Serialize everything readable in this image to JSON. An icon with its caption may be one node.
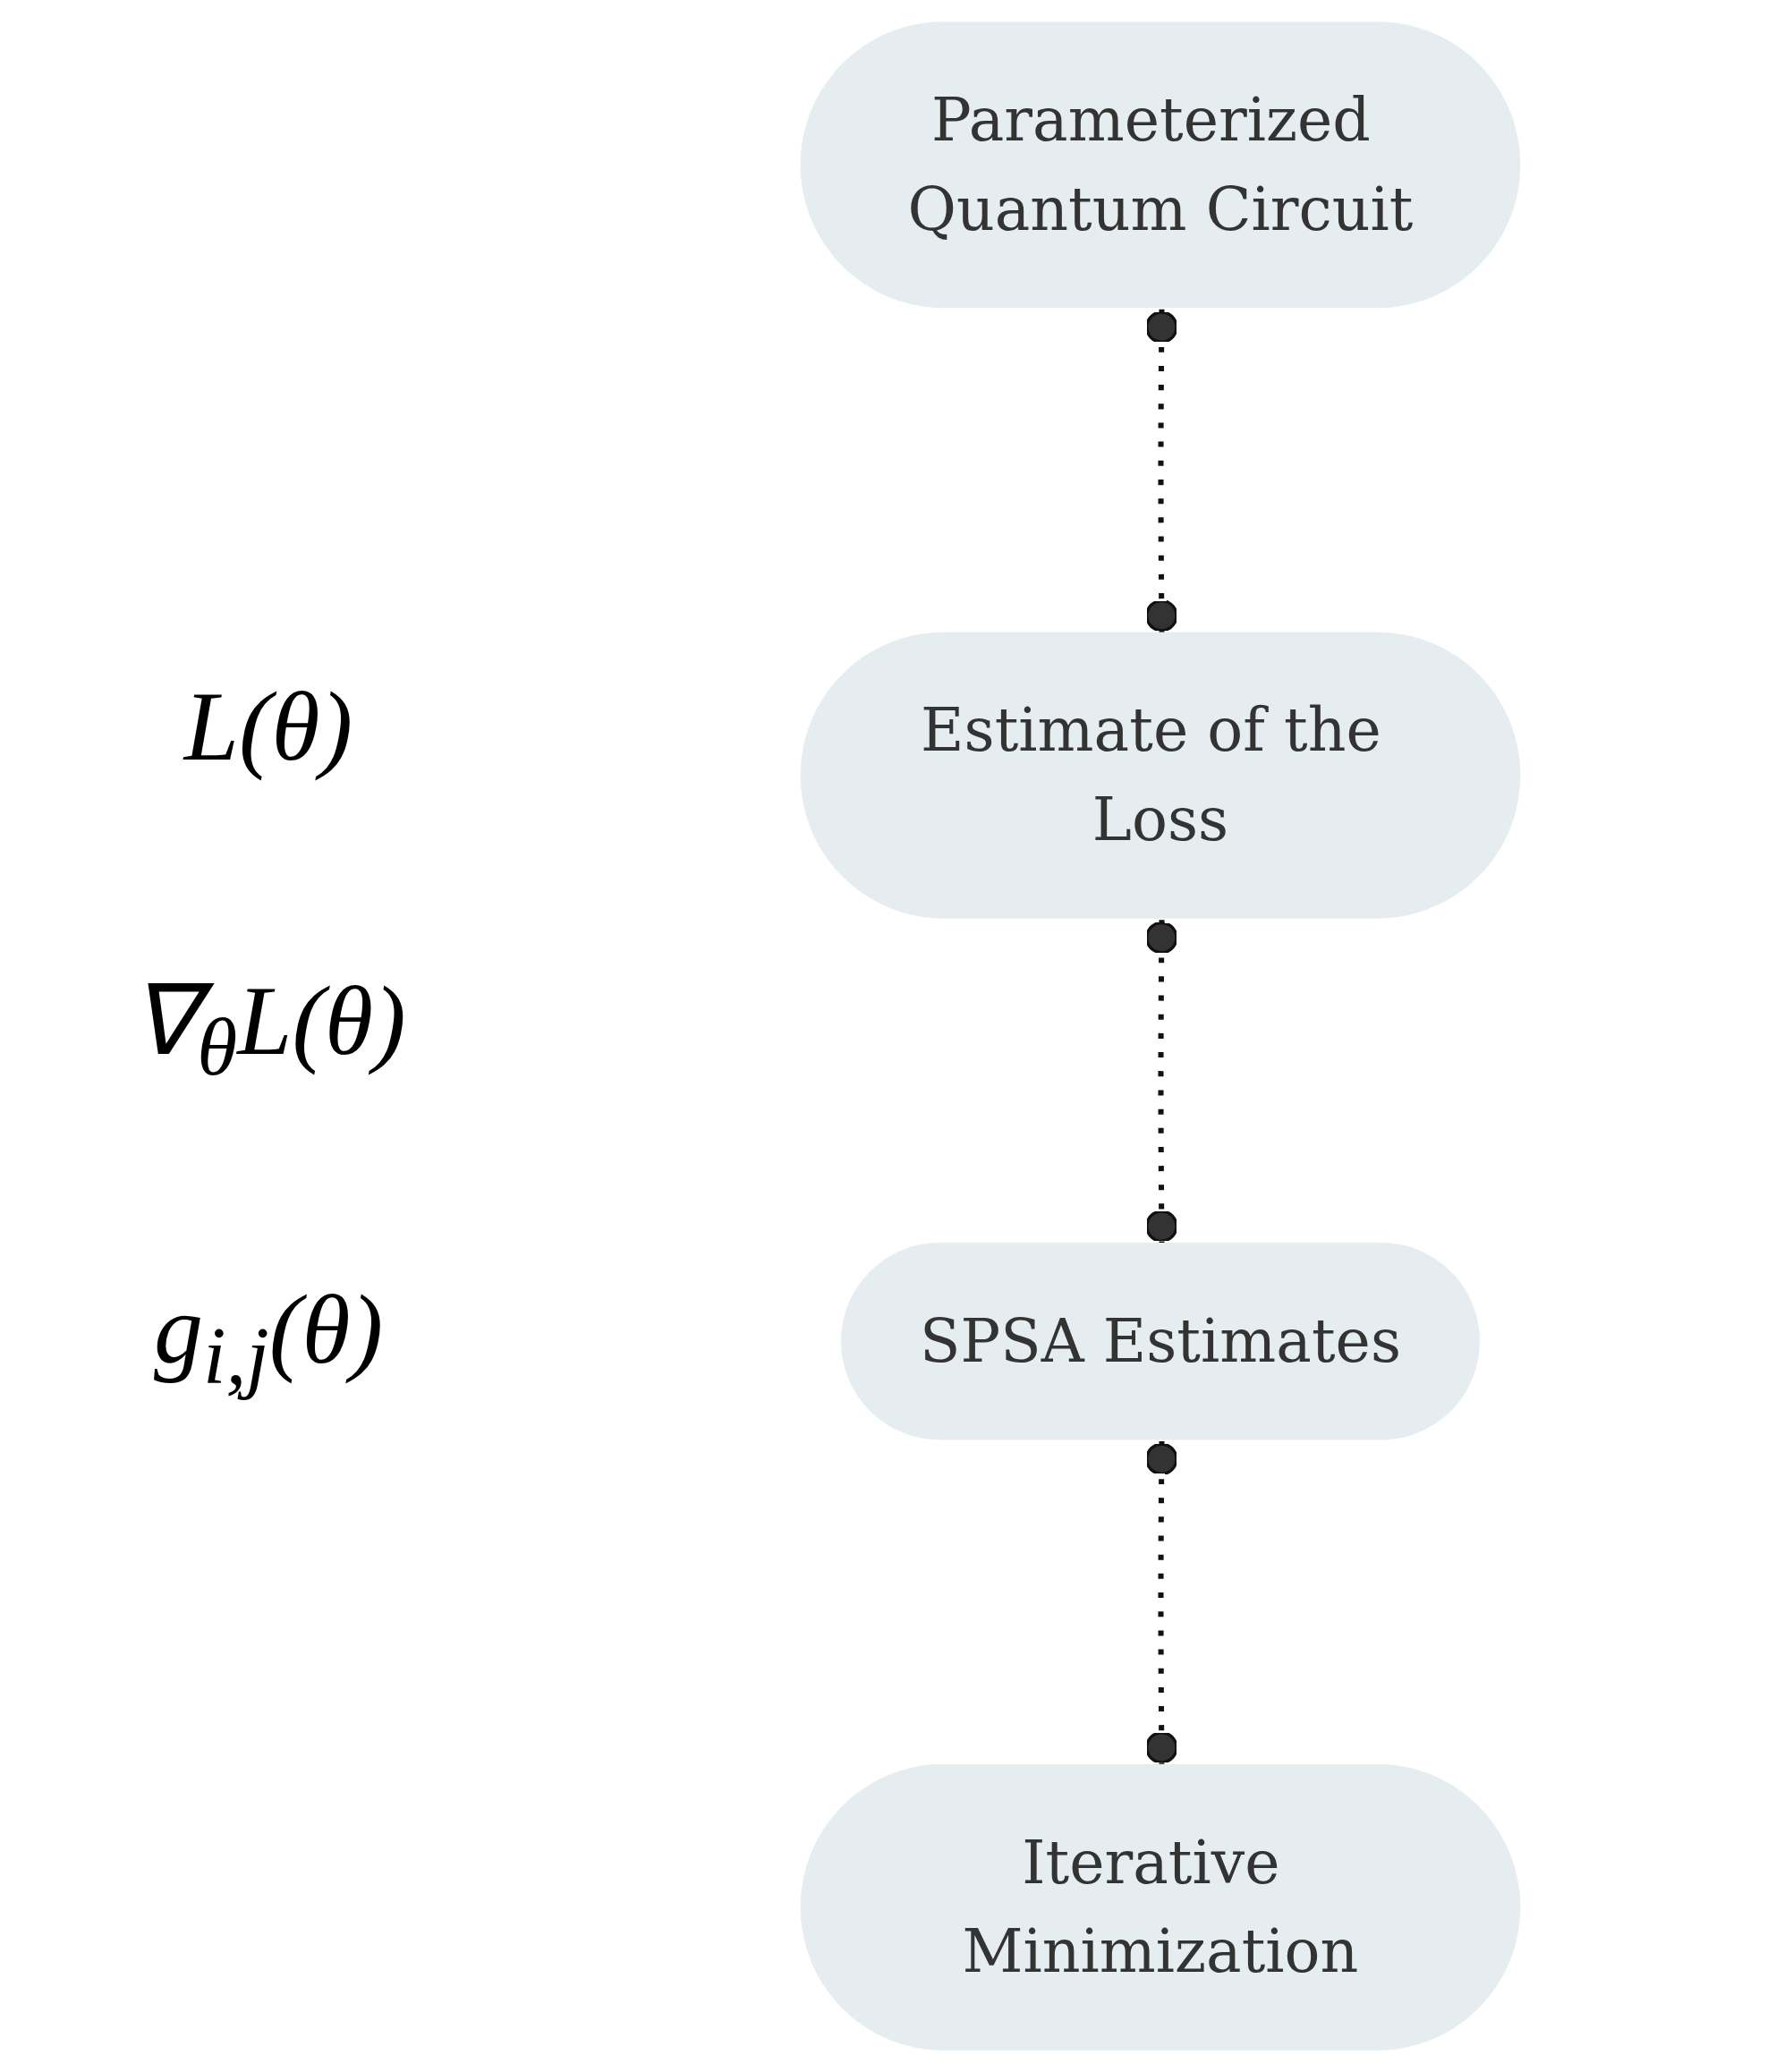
{
  "diagram": {
    "nodes": [
      {
        "text": [
          "Parameterized Quantum Circuit"
        ]
      },
      {
        "text": [
          "Estimate of the Loss"
        ]
      },
      {
        "text": [
          "SPSA Estimates"
        ]
      },
      {
        "text": [
          "Iterative Minimization"
        ]
      }
    ],
    "edges": [
      {
        "from": 0,
        "to": 1,
        "arrow": "other",
        "style": "dashed"
      },
      {
        "from": 1,
        "to": 2,
        "arrow": "other",
        "style": "dashed"
      },
      {
        "from": 2,
        "to": 3,
        "arrow": "other",
        "style": "dashed"
      }
    ],
    "labels": [
      "L(θ)",
      "∇$_{θ}$L(θ)",
      "g$_{i,j}$(θ)"
    ]
  }
}
